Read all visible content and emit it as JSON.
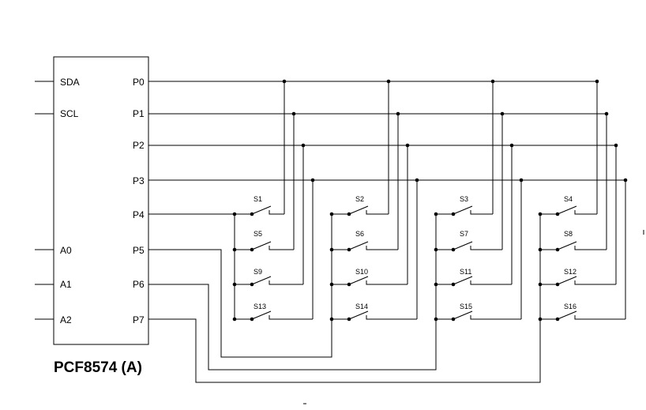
{
  "chip": {
    "title": "PCF8574 (A)",
    "left_pins": [
      "SDA",
      "SCL",
      "A0",
      "A1",
      "A2"
    ],
    "right_pins": [
      "P0",
      "P1",
      "P2",
      "P3",
      "P4",
      "P5",
      "P6",
      "P7"
    ]
  },
  "switches": [
    "S1",
    "S2",
    "S3",
    "S4",
    "S5",
    "S6",
    "S7",
    "S8",
    "S9",
    "S10",
    "S11",
    "S12",
    "S13",
    "S14",
    "S15",
    "S16"
  ],
  "colors": {
    "line": "#000000",
    "background": "#ffffff"
  }
}
